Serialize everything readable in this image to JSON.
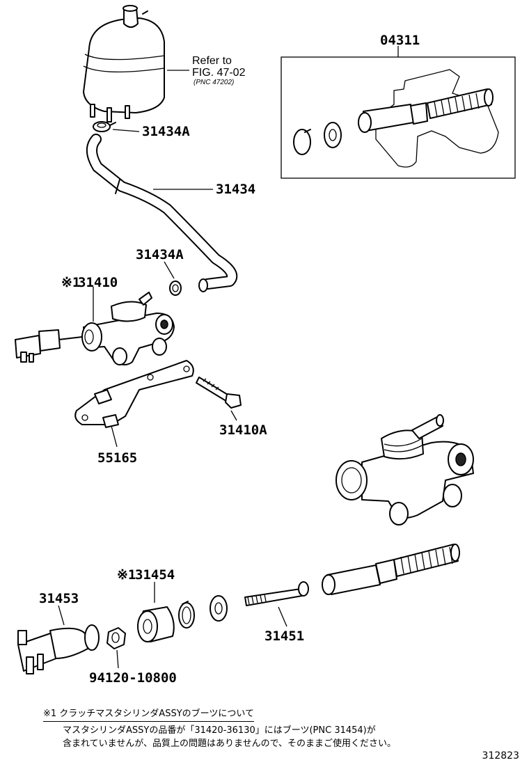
{
  "labels": {
    "p04311": "04311",
    "p31434A_top": "31434A",
    "p31434": "31434",
    "p31434A_mid": "31434A",
    "p31410": "31410",
    "p31410_mark": "※1",
    "p31410A": "31410A",
    "p55165": "55165",
    "p31454": "31454",
    "p31454_mark": "※1",
    "p31453": "31453",
    "p31451": "31451",
    "p94120": "94120-10800"
  },
  "reference": {
    "line1": "Refer to",
    "line2": "FIG. 47-02",
    "line3": "(PNC 47202)"
  },
  "notes": {
    "title": "※1 クラッチマスタシリンダASSYのブーツについて",
    "line1": "マスタシリンダASSYの品番が「31420-36130」にはブーツ(PNC 31454)が",
    "line2": "含まれていませんが、品質上の問題はありませんので、そのままご使用ください。"
  },
  "figure_number": "312823"
}
